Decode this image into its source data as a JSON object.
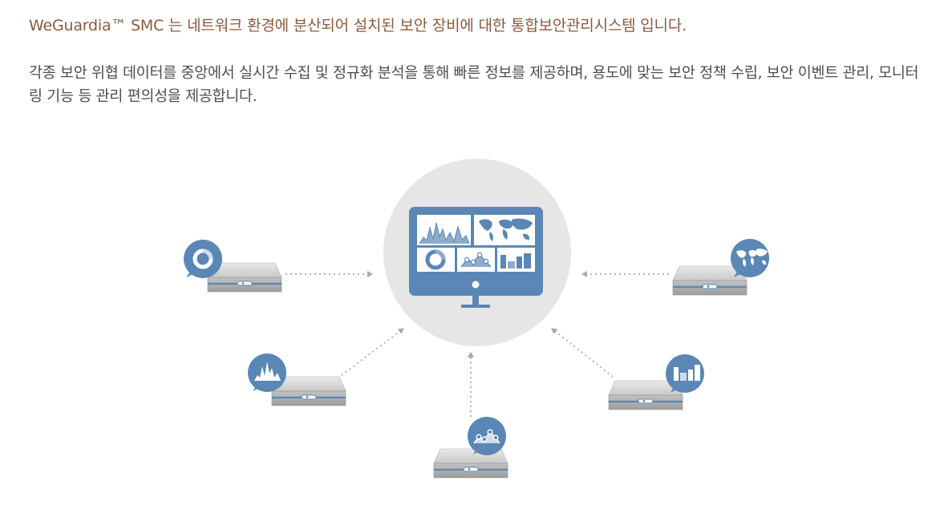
{
  "intro": {
    "headline": "WeGuardia™ SMC 는 네트워크 환경에 분산되어 설치된 보안 장비에 대한 통합보안관리시스템 입니다.",
    "description": "각종 보안 위협 데이터를 중앙에서 실시간 수집 및 정규화 분석을 통해 빠른 정보를 제공하며, 용도에 맞는 보안 정책 수립, 보안 이벤트 관리, 모니터링 기능 등 관리 편의성을 제공합니다."
  },
  "diagram": {
    "center": {
      "icon": "monitor-dashboard-icon"
    },
    "devices": [
      {
        "id": "top-left",
        "icon": "donut-chart-icon"
      },
      {
        "id": "mid-left",
        "icon": "spike-chart-icon"
      },
      {
        "id": "bottom-center",
        "icon": "network-nodes-icon"
      },
      {
        "id": "mid-right",
        "icon": "bar-chart-icon"
      },
      {
        "id": "top-right",
        "icon": "world-map-icon"
      }
    ],
    "colors": {
      "accent_blue": "#5a87b5",
      "center_circle": "#e6e6e6",
      "device_gray": "#b8b8b8",
      "headline": "#8c5a3e",
      "body_text": "#4d4d4d"
    }
  }
}
